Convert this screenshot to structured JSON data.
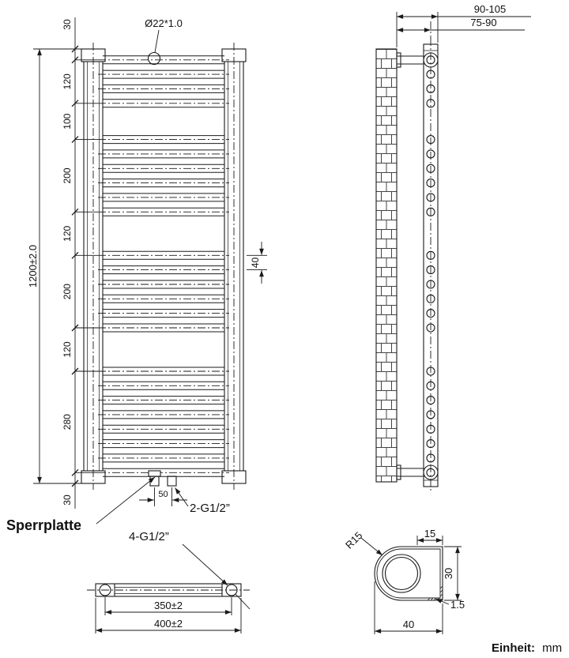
{
  "front_view": {
    "tube_callout": "Ø22*1.0",
    "overall_height": "1200±2.0",
    "segments": [
      "30",
      "120",
      "100",
      "200",
      "120",
      "200",
      "120",
      "280",
      "30"
    ],
    "rung_pitch": "40",
    "connection_spacing": "50",
    "bottom_connections": "2-G1/2”",
    "blocking_plate_label": "Sperrplatte"
  },
  "side_view": {
    "wall_distance_max": "90-105",
    "wall_distance_min": "75-90"
  },
  "bottom_view": {
    "connections": "4-G1/2”",
    "connection_spacing": "350±2",
    "overall_width": "400±2"
  },
  "bracket_detail": {
    "corner_radius": "R15",
    "top_width": "15",
    "height": "30",
    "width": "40",
    "wall_thickness": "1.5"
  },
  "footer": {
    "unit_label": "Einheit:",
    "unit_value": "mm"
  },
  "colors": {
    "line": "#1a1a1a",
    "accent_blue": "#0000cc"
  }
}
